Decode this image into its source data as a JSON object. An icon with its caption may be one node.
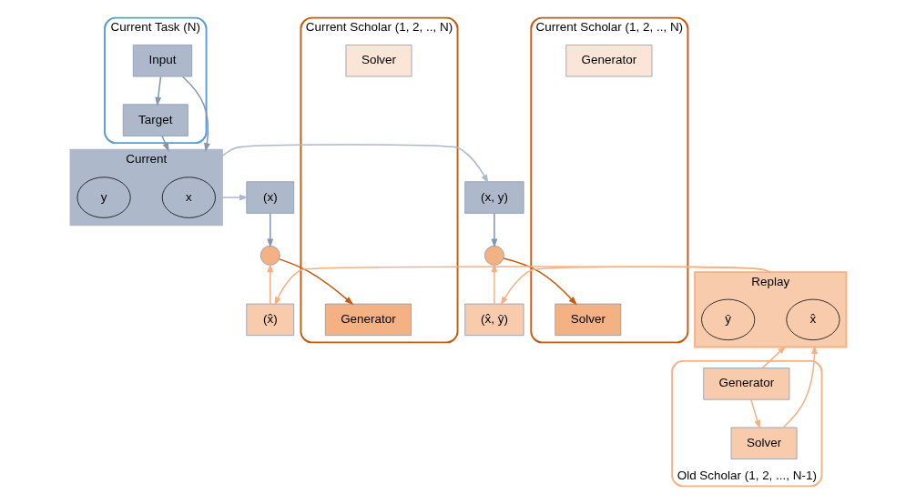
{
  "diagram": {
    "nodes": [
      {
        "text": [
          "Current Task (N)"
        ]
      },
      {
        "text": [
          "Input"
        ],
        "in": 0
      },
      {
        "text": [
          "Target"
        ],
        "in": 0
      },
      {
        "text": [
          "Current"
        ]
      },
      {
        "text": [
          "x"
        ],
        "in": 3
      },
      {
        "text": [
          "y"
        ],
        "in": 3
      },
      {
        "text": [
          "(x)"
        ]
      },
      {
        "text": [
          "(x, y)"
        ]
      },
      {
        "text": [],
        "shape": "circle"
      },
      {
        "text": [],
        "shape": "circle"
      },
      {
        "text": [
          "Current Scholar (1, 2, .., N)"
        ]
      },
      {
        "text": [
          "Generator"
        ],
        "in": 10
      },
      {
        "text": [
          "Solver"
        ],
        "in": 10
      },
      {
        "text": [
          "Current Scholar (1, 2, .., N)"
        ]
      },
      {
        "text": [
          "Generator"
        ],
        "in": 13
      },
      {
        "text": [
          "Solver"
        ],
        "in": 13
      },
      {
        "text": [
          "Replay"
        ]
      },
      {
        "text": [
          "x̂"
        ],
        "in": 16
      },
      {
        "text": [
          "ŷ"
        ],
        "in": 16
      },
      {
        "text": [
          "(x̂)"
        ]
      },
      {
        "text": [
          "(x̂, ŷ)"
        ]
      },
      {
        "text": [
          "Old Scholar (1, 2, ..., N-1)"
        ]
      },
      {
        "text": [
          "Generator"
        ],
        "in": 21
      },
      {
        "text": [
          "Solver"
        ],
        "in": 21
      }
    ],
    "edges": [
      {
        "from": 1,
        "to": 2,
        "arrow": "to",
        "color": "#8497b0"
      },
      {
        "from": 1,
        "to": 3,
        "arrow": "to",
        "color": "#8497b0"
      },
      {
        "from": 2,
        "to": 3,
        "arrow": "to",
        "color": "#8497b0"
      },
      {
        "from": 3,
        "to": 6,
        "arrow": "to",
        "color": "#adb9ca"
      },
      {
        "from": 3,
        "to": 7,
        "arrow": "to",
        "color": "#adb9ca"
      },
      {
        "from": 6,
        "to": 8,
        "arrow": "to",
        "color": "#8497b0"
      },
      {
        "from": 7,
        "to": 9,
        "arrow": "to",
        "color": "#8497b0"
      },
      {
        "from": 8,
        "to": 11,
        "arrow": "to",
        "color": "#c55a11"
      },
      {
        "from": 9,
        "to": 15,
        "arrow": "to",
        "color": "#c55a11"
      },
      {
        "from": 16,
        "to": 19,
        "arrow": "to",
        "color": "#f4b183"
      },
      {
        "from": 16,
        "to": 20,
        "arrow": "to",
        "color": "#f4b183"
      },
      {
        "from": 19,
        "to": 8,
        "arrow": "to",
        "color": "#f4b183"
      },
      {
        "from": 20,
        "to": 9,
        "arrow": "to",
        "color": "#f4b183"
      },
      {
        "from": 22,
        "to": 23,
        "arrow": "to",
        "color": "#f4b183"
      },
      {
        "from": 22,
        "to": 16,
        "arrow": "to",
        "color": "#f4b183"
      },
      {
        "from": 23,
        "to": 16,
        "arrow": "to",
        "color": "#f4b183"
      }
    ]
  }
}
